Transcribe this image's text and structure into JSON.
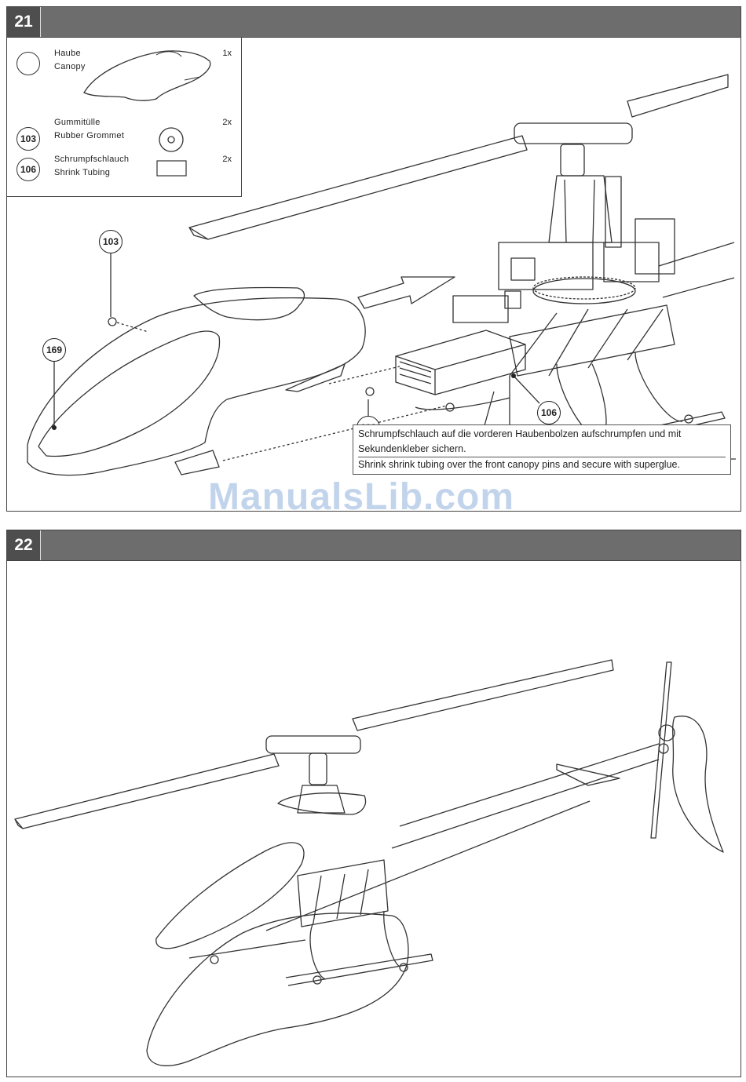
{
  "steps": [
    {
      "number": "21"
    },
    {
      "number": "22"
    }
  ],
  "parts": [
    {
      "id": "",
      "name_de": "Haube",
      "name_en": "Canopy",
      "qty": "1x",
      "icon": "canopy-icon"
    },
    {
      "id": "103",
      "name_de": "Gummitülle",
      "name_en": "Rubber Grommet",
      "qty": "2x",
      "icon": "grommet-icon"
    },
    {
      "id": "106",
      "name_de": "Schrumpfschlauch",
      "name_en": "Shrink Tubing",
      "qty": "2x",
      "icon": "shrink-tube-icon"
    }
  ],
  "callouts": {
    "grommet_top": "103",
    "canopy": "169",
    "grommet_bottom": "103",
    "shrink_tube": "106"
  },
  "note": {
    "de": "Schrumpfschlauch auf die vorderen Haubenbolzen aufschrumpfen und mit Sekundenkleber sichern.",
    "en": "Shrink shrink tubing over the front canopy pins and secure with superglue."
  },
  "watermark": "ManualsLib.com"
}
